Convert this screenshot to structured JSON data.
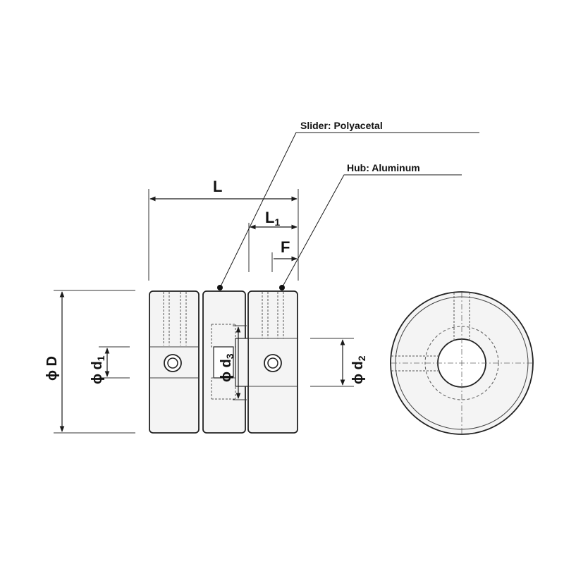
{
  "labels": {
    "slider": "Slider: Polyacetal",
    "hub": "Hub: Aluminum"
  },
  "dimensions": {
    "L": "L",
    "L1_main": "L",
    "L1_sub": "1",
    "F": "F",
    "phiD": "ϕ D",
    "phid1_main": "ϕ d",
    "phid1_sub": "1",
    "phid2_main": "ϕ d",
    "phid2_sub": "2",
    "phid3_main": "ϕ d",
    "phid3_sub": "3"
  },
  "colors": {
    "ink": "#1a1a1a",
    "body_fill": "#f2f2f2",
    "body_stroke": "#222222"
  }
}
